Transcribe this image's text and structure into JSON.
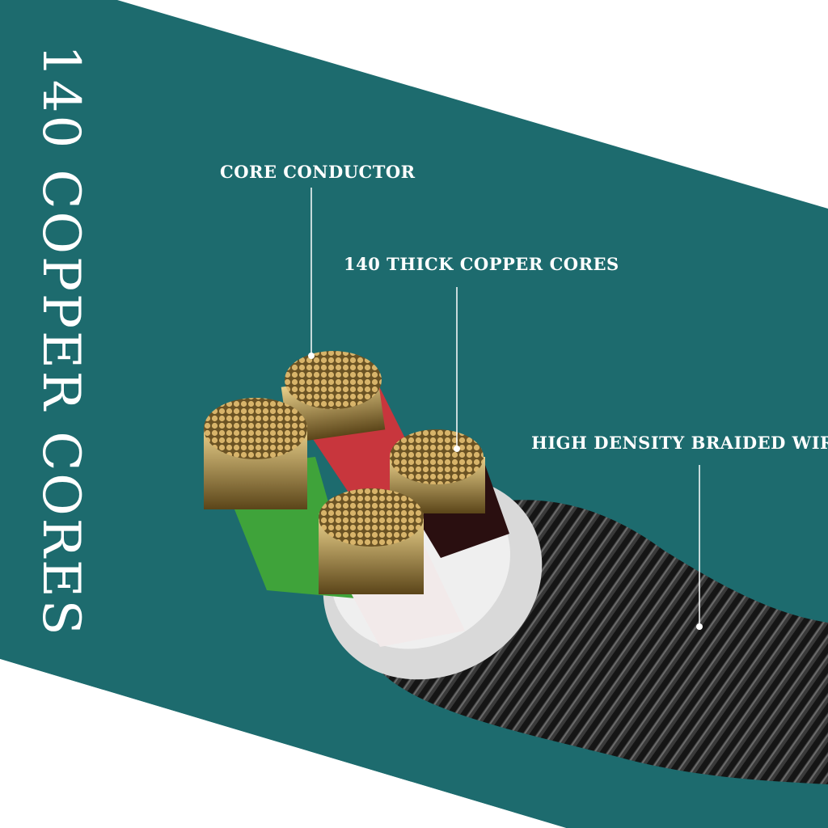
{
  "title": "140 COPPER CORES",
  "labels": {
    "core_conductor": "CORE CONDUCTOR",
    "thick_cores": "140 THICK COPPER CORES",
    "braided_wire": "HIGH DENSITY BRAIDED WIRE"
  },
  "colors": {
    "teal": "#1d6b6e",
    "copper": "#c9a25a",
    "green": "#3fa33a",
    "red": "#c8363d",
    "white": "#e8e8e8",
    "braid": "#1a1a1a"
  }
}
